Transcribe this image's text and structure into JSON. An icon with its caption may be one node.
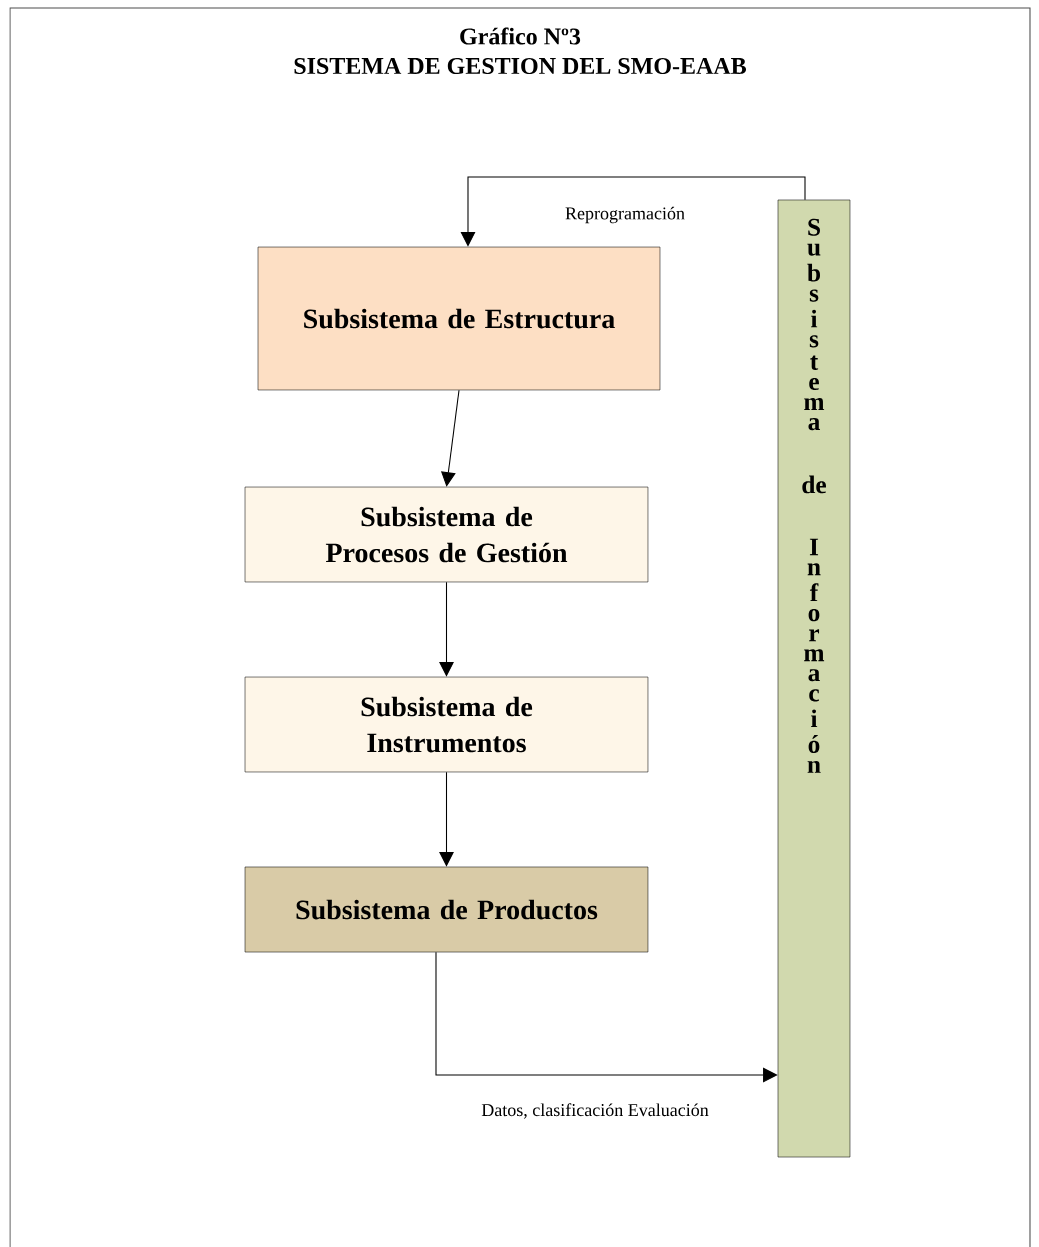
{
  "diagram": {
    "title": "SISTEMA DE GESTION DEL SMO-EAAB",
    "nodes": [
      {
        "text": [
          "Subsistema de Estructura"
        ]
      },
      {
        "text": [
          "Subsistema de Procesos de Gestión"
        ]
      },
      {
        "text": [
          "Subsistema de Instrumentos"
        ]
      },
      {
        "text": [
          "Subsistema de Productos"
        ]
      },
      {
        "text": [
          "Subsistema de Información"
        ]
      }
    ],
    "edges": [
      {
        "from": 0,
        "to": 1,
        "arrow": "to"
      },
      {
        "from": 1,
        "to": 2,
        "arrow": "to"
      },
      {
        "from": 2,
        "to": 3,
        "arrow": "to"
      },
      {
        "from": 3,
        "to": 4,
        "arrow": "to",
        "label": "Datos, clasificación Evaluación"
      },
      {
        "from": 4,
        "to": 0,
        "arrow": "to",
        "label": "Reprogramación"
      }
    ],
    "labels": [
      "Gráfico Nº3"
    ]
  }
}
